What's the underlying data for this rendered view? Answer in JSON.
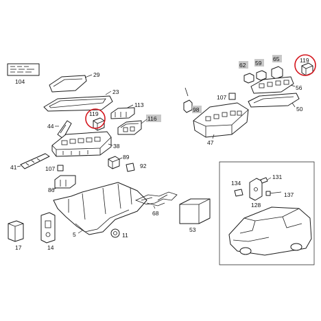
{
  "colors": {
    "line": "#1a1a1a",
    "highlight_box": "#c8c8c8",
    "highlight_ring": "#d4141c"
  },
  "callouts": {
    "c104": "104",
    "c29": "29",
    "c23": "23",
    "c113": "113",
    "c119_left": "119",
    "c116": "116",
    "c44": "44",
    "c38": "38",
    "c41": "41",
    "c107_left": "107",
    "c89": "89",
    "c92": "92",
    "c86": "86",
    "c68": "68",
    "c53": "53",
    "c17": "17",
    "c14": "14",
    "c5": "5",
    "c11": "11",
    "c62": "62",
    "c59": "59",
    "c65": "65",
    "c119_right": "119",
    "c56": "56",
    "c107_right": "107",
    "c98": "98",
    "c50": "50",
    "c47": "47",
    "c134": "134",
    "c131": "131",
    "c137": "137",
    "c128": "128"
  }
}
